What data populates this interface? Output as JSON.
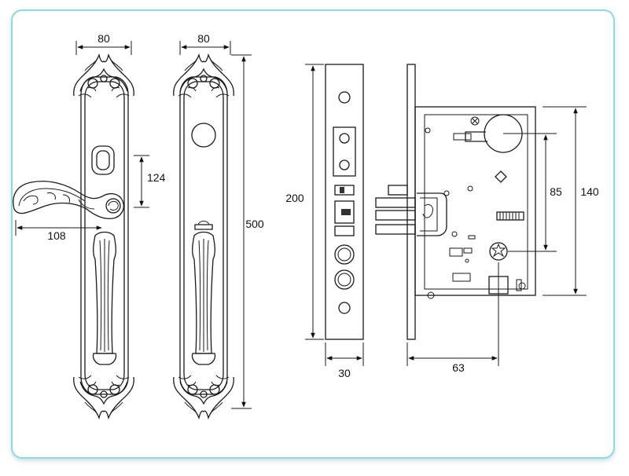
{
  "dimensions": {
    "plate_width_front": "80",
    "plate_width_back": "80",
    "cylinder_spacing": "124",
    "lever_length": "108",
    "plate_height": "500",
    "faceplate_height": "200",
    "faceplate_width": "30",
    "backset": "63",
    "spindle_to_cylinder": "85",
    "case_height": "140"
  },
  "colors": {
    "frame_border": "#8fd8de",
    "line": "#1a1a1a"
  }
}
